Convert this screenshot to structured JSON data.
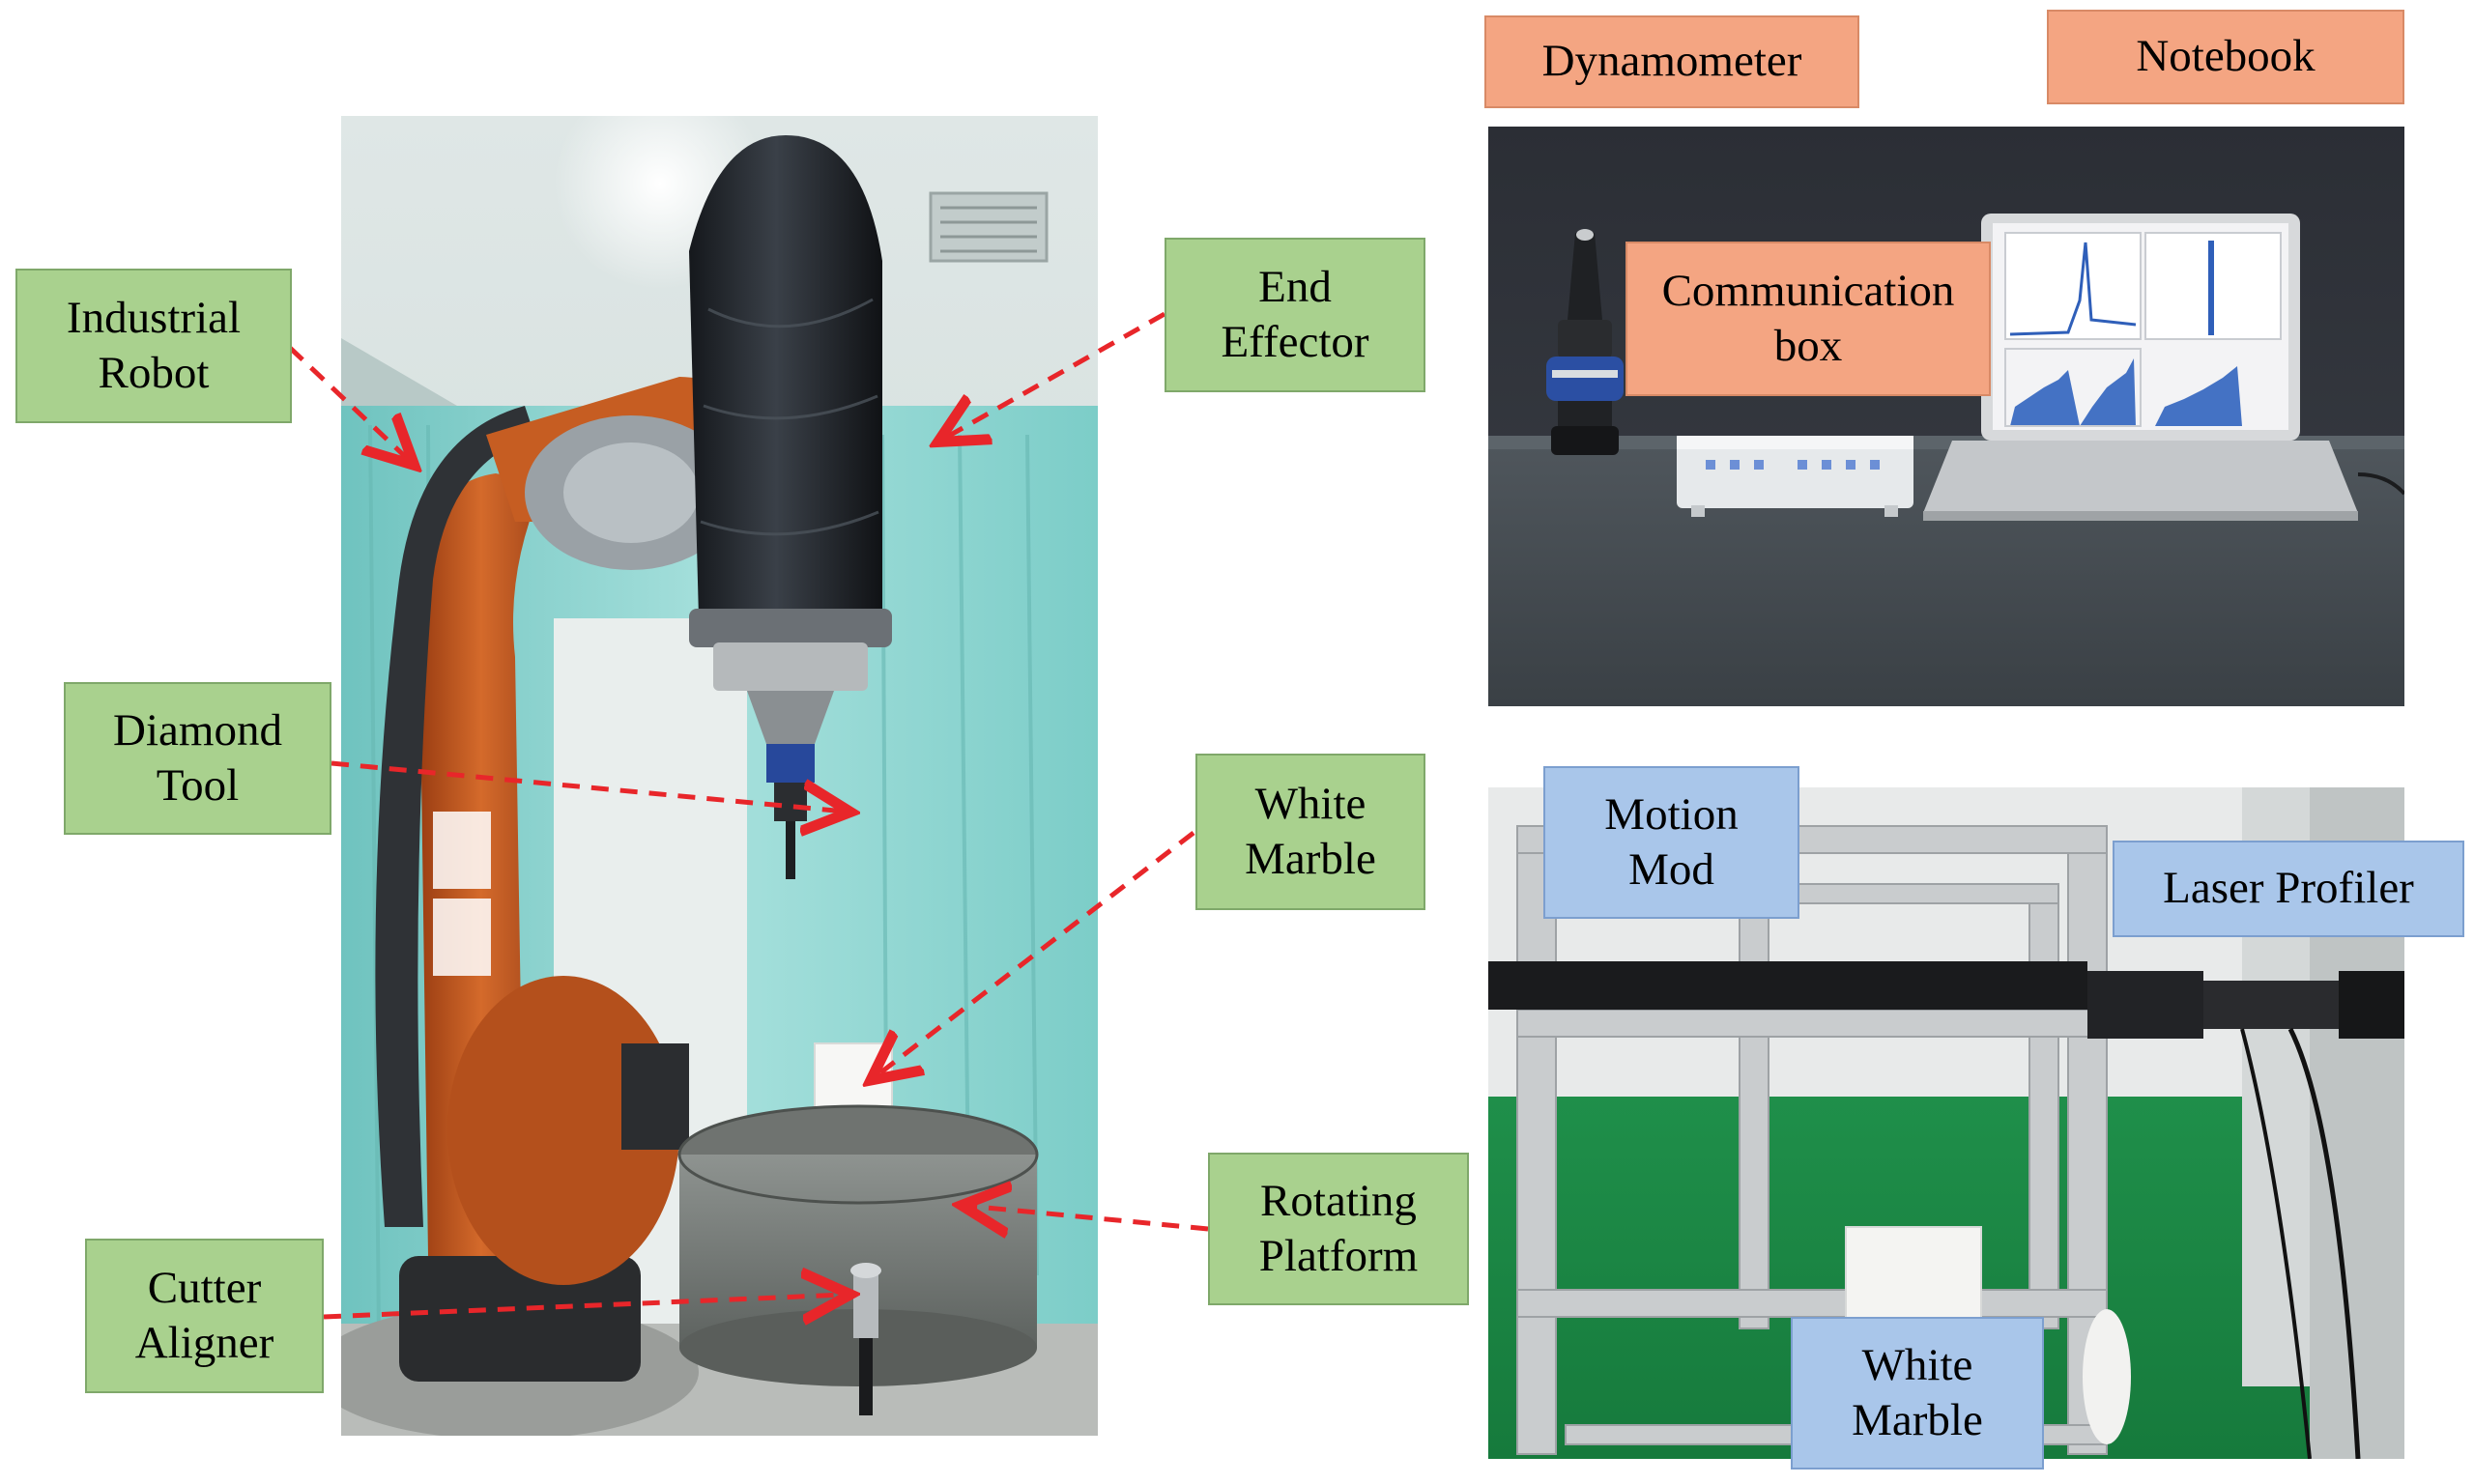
{
  "labels": {
    "industrial_robot": "Industrial\nRobot",
    "diamond_tool": "Diamond\nTool",
    "cutter_aligner": "Cutter\nAligner",
    "end_effector": "End\nEffector",
    "white_marble_left": "White\nMarble",
    "rotating_platform": "Rotating\nPlatform",
    "dynamometer": "Dynamometer",
    "notebook": "Notebook",
    "communication_box": "Communication\nbox",
    "motion_mod": "Motion\nMod",
    "laser_profiler": "Laser Profiler",
    "white_marble_right": "White\nMarble"
  },
  "colors": {
    "green_label": "#a9d18e",
    "orange_label": "#f4a582",
    "blue_label": "#a9c6ea",
    "arrow": "#e8262a",
    "robot_orange": "#c2571f",
    "curtain": "#8fd3cf"
  }
}
